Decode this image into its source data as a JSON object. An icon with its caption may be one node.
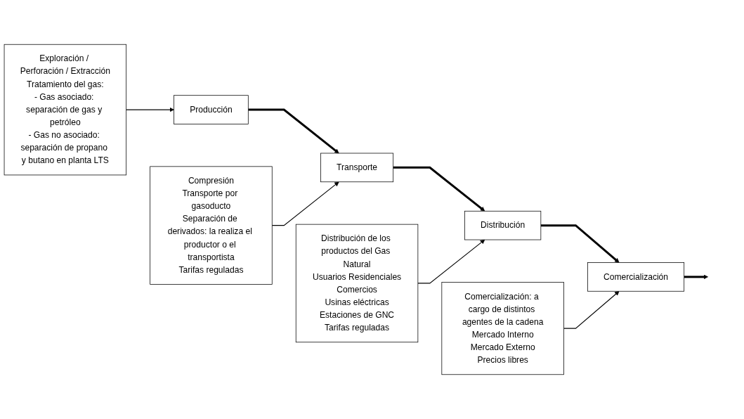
{
  "diagram": {
    "nodes": [
      {
        "text": [
          "Producción"
        ]
      },
      {
        "text": [
          "Transporte"
        ]
      },
      {
        "text": [
          "Distribución"
        ]
      },
      {
        "text": [
          "Comercialización"
        ]
      },
      {
        "text": [
          "Exploración / Perforación / Extracción",
          "Tratamiento del gas:",
          "- Gas asociado: separación de gas y petróleo",
          "- Gas no asociado: separación de propano y butano en planta LTS"
        ]
      },
      {
        "text": [
          "Compresión",
          "Transporte por gasoducto",
          "Separación de derivados: la realiza el productor o el transportista",
          "Tarifas reguladas"
        ]
      },
      {
        "text": [
          "Distribución de los productos del Gas Natural",
          "Usuarios Residenciales",
          "Comercios",
          "Usinas eléctricas",
          "Estaciones de GNC",
          "Tarifas reguladas"
        ]
      },
      {
        "text": [
          "Comercialización: a cargo de distintos agentes de la cadena",
          "Mercado Interno",
          "Mercado Externo",
          "Precios libres"
        ]
      }
    ],
    "edges": [
      {
        "from": 0,
        "to": 1,
        "arrow": "to",
        "style": "thick"
      },
      {
        "from": 1,
        "to": 2,
        "arrow": "to",
        "style": "thick"
      },
      {
        "from": 2,
        "to": 3,
        "arrow": "to",
        "style": "thick"
      },
      {
        "from": 3,
        "to": null,
        "arrow": "to",
        "style": "thick"
      },
      {
        "from": 4,
        "to": 0,
        "arrow": "to"
      },
      {
        "from": 5,
        "to": 1,
        "arrow": "to"
      },
      {
        "from": 6,
        "to": 2,
        "arrow": "to"
      },
      {
        "from": 7,
        "to": 3,
        "arrow": "to"
      }
    ]
  }
}
